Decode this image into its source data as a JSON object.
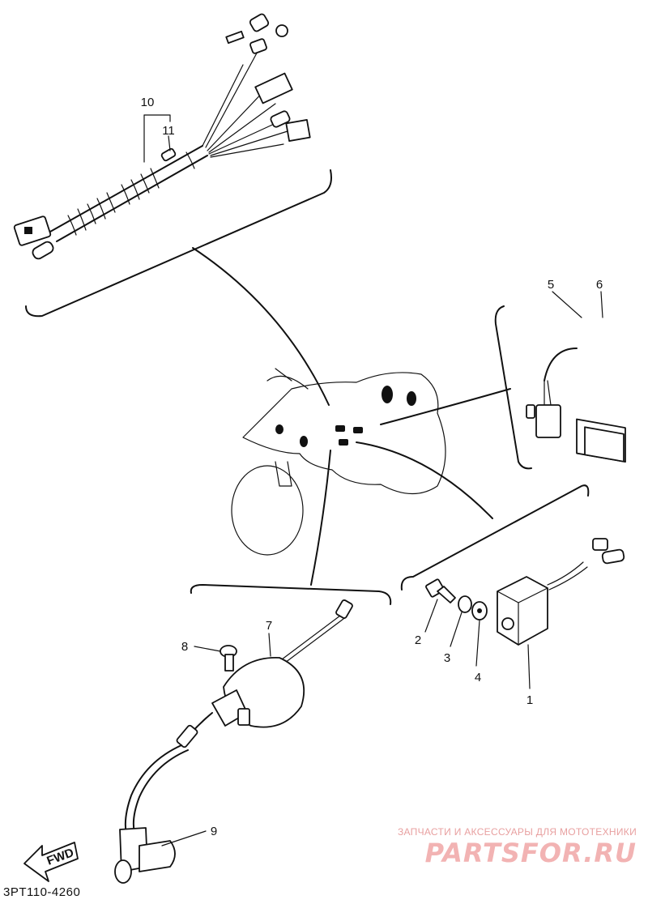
{
  "diagram": {
    "code": "3PT110-4260",
    "fwd_label": "FWD",
    "callouts": {
      "c1": "1",
      "c2": "2",
      "c3": "3",
      "c4": "4",
      "c5": "5",
      "c6": "6",
      "c7": "7",
      "c8": "8",
      "c9": "9",
      "c10": "10",
      "c11": "11"
    }
  },
  "watermark": {
    "tagline": "ЗАПЧАСТИ И АКСЕССУАРЫ ДЛЯ МОТОТЕХНИКИ",
    "logo": "PARTSFOR.RU",
    "color": "#f2b3b3"
  }
}
